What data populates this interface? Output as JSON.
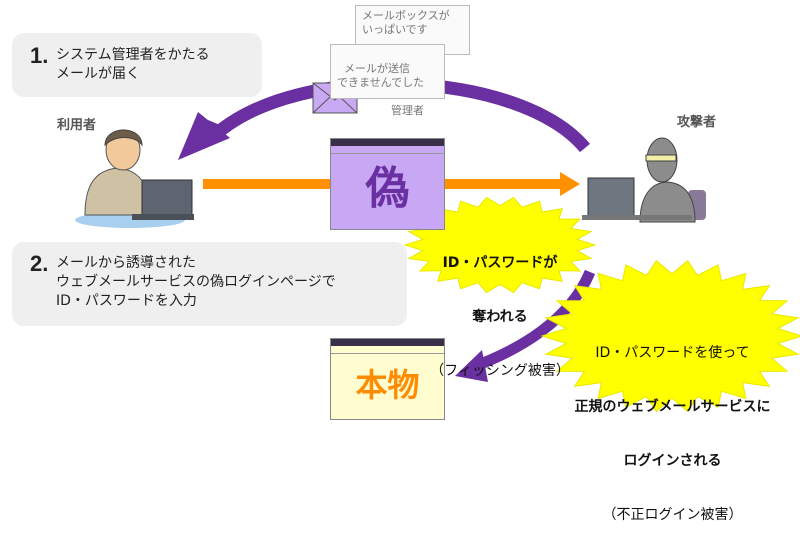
{
  "steps": [
    {
      "number": "1.",
      "text": "システム管理者をかたる\nメールが届く"
    },
    {
      "number": "2.",
      "text": "メールから誘導された\nウェブメールサービスの偽ログインページで\nID・パスワードを入力"
    }
  ],
  "roles": {
    "user": "利用者",
    "attacker": "攻撃者"
  },
  "notes": {
    "back": "メールボックスが\nいっぱいです",
    "front": "メールが送信\nできませんでした",
    "front_sign": "管理者"
  },
  "windows": {
    "fake": {
      "label": "偽",
      "bg": "#c8a8f4",
      "color": "#6a2fa0"
    },
    "real": {
      "label": "本物",
      "bg": "#fffcd0",
      "color": "#ff8c00"
    }
  },
  "bursts": {
    "phishing": {
      "line1": "ID・パスワードが",
      "line2": "奪われる",
      "line3": "（フィッシング被害）"
    },
    "unauthorized": {
      "line1": "ID・パスワードを使って",
      "line2": "正規のウェブメールサービスに",
      "line3": "ログインされる",
      "line4": "（不正ログイン被害）"
    }
  },
  "colors": {
    "purple_arrow": "#6a2fa0",
    "orange_arrow": "#ff9000",
    "burst": "#ffff00"
  }
}
